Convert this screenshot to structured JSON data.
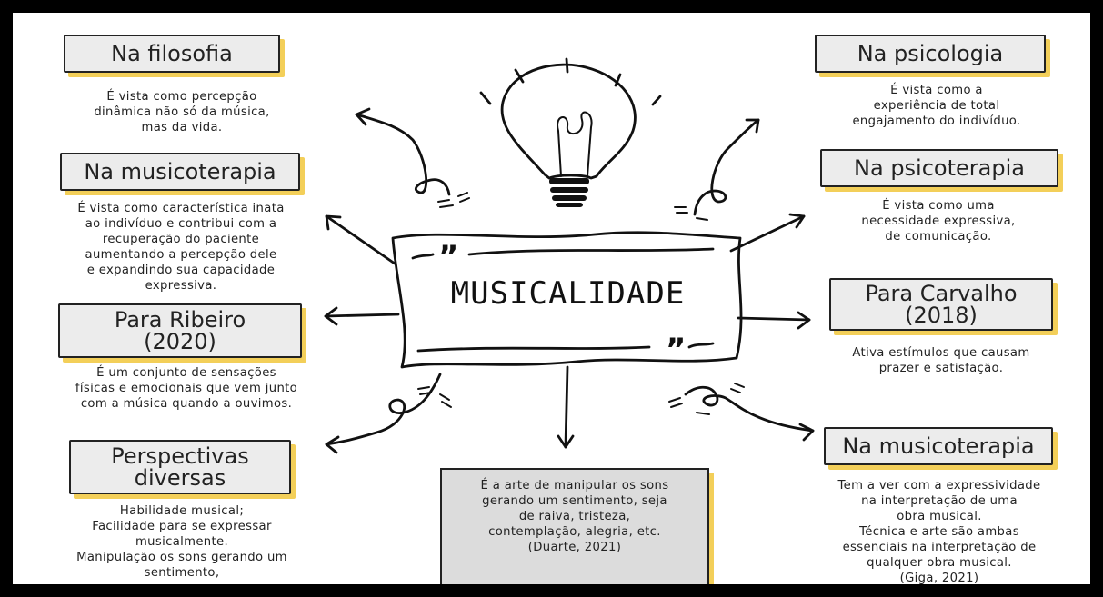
{
  "central": {
    "title": "MUSICALIDADE",
    "quote_open": "”",
    "quote_close": "”"
  },
  "nodes": [
    {
      "id": "filosofia",
      "heading": "Na filosofia",
      "description": [
        "É vista como percepção",
        "dinâmica não só da música,",
        "mas da vida."
      ]
    },
    {
      "id": "musicoterapia-1",
      "heading": "Na musicoterapia",
      "description": [
        "É vista como característica inata",
        "ao indivíduo e contribui com a",
        "recuperação do paciente",
        "aumentando a percepção dele",
        "e expandindo sua capacidade",
        "expressiva."
      ]
    },
    {
      "id": "ribeiro",
      "heading": [
        "Para Ribeiro",
        "(2020)"
      ],
      "description": [
        "É um conjunto de sensações",
        "físicas e emocionais que vem junto",
        "com a música quando a ouvimos."
      ]
    },
    {
      "id": "perspectivas",
      "heading": [
        "Perspectivas",
        "diversas"
      ],
      "description": [
        "Habilidade musical;",
        "Facilidade para se expressar",
        "musicalmente.",
        "Manipulação os sons gerando um",
        "sentimento,"
      ]
    },
    {
      "id": "psicologia",
      "heading": "Na psicologia",
      "description": [
        "É vista como a",
        "experiência de total",
        "engajamento do indivíduo."
      ]
    },
    {
      "id": "psicoterapia",
      "heading": "Na psicoterapia",
      "description": [
        "É vista como uma",
        "necessidade expressiva,",
        "de comunicação."
      ]
    },
    {
      "id": "carvalho",
      "heading": [
        "Para Carvalho",
        "(2018)"
      ],
      "description": [
        "Ativa estímulos que causam",
        "prazer e satisfação."
      ]
    },
    {
      "id": "musicoterapia-2",
      "heading": "Na musicoterapia",
      "description": [
        "Tem a ver com a expressividade",
        "na interpretação de uma",
        "obra musical.",
        "Técnica e arte são ambas",
        "essenciais na interpretação de",
        "qualquer obra musical.",
        "(Giga, 2021)"
      ]
    }
  ],
  "definition_box": {
    "lines": [
      "É a arte de manipular os sons",
      "gerando um sentimento, seja",
      "de raiva, tristeza,",
      "contemplação, alegria, etc.",
      "(Duarte, 2021)"
    ]
  },
  "colors": {
    "shadow": "#f3cf59",
    "card": "#ececec",
    "box": "#dcdcdc",
    "ink": "#222222"
  }
}
